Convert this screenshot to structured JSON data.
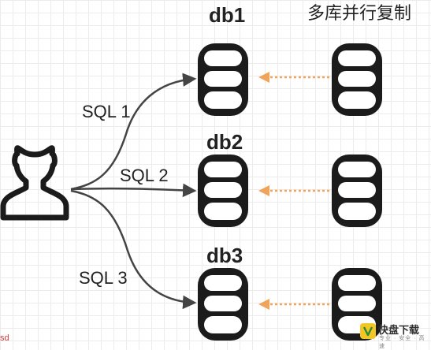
{
  "diagram": {
    "caption": "多库并行复制",
    "databases": [
      {
        "label": "db1"
      },
      {
        "label": "db2"
      },
      {
        "label": "db3"
      }
    ],
    "queries": [
      "SQL 1",
      "SQL 2",
      "SQL 3"
    ],
    "edge_note": "sd"
  },
  "watermark": {
    "brand": "快盘下载",
    "tagline": "专业 · 安全 · 高速"
  },
  "colors": {
    "line": "#444444",
    "arrow_dotted": "#f2a35a",
    "icon_fill": "#1b1b1b"
  }
}
